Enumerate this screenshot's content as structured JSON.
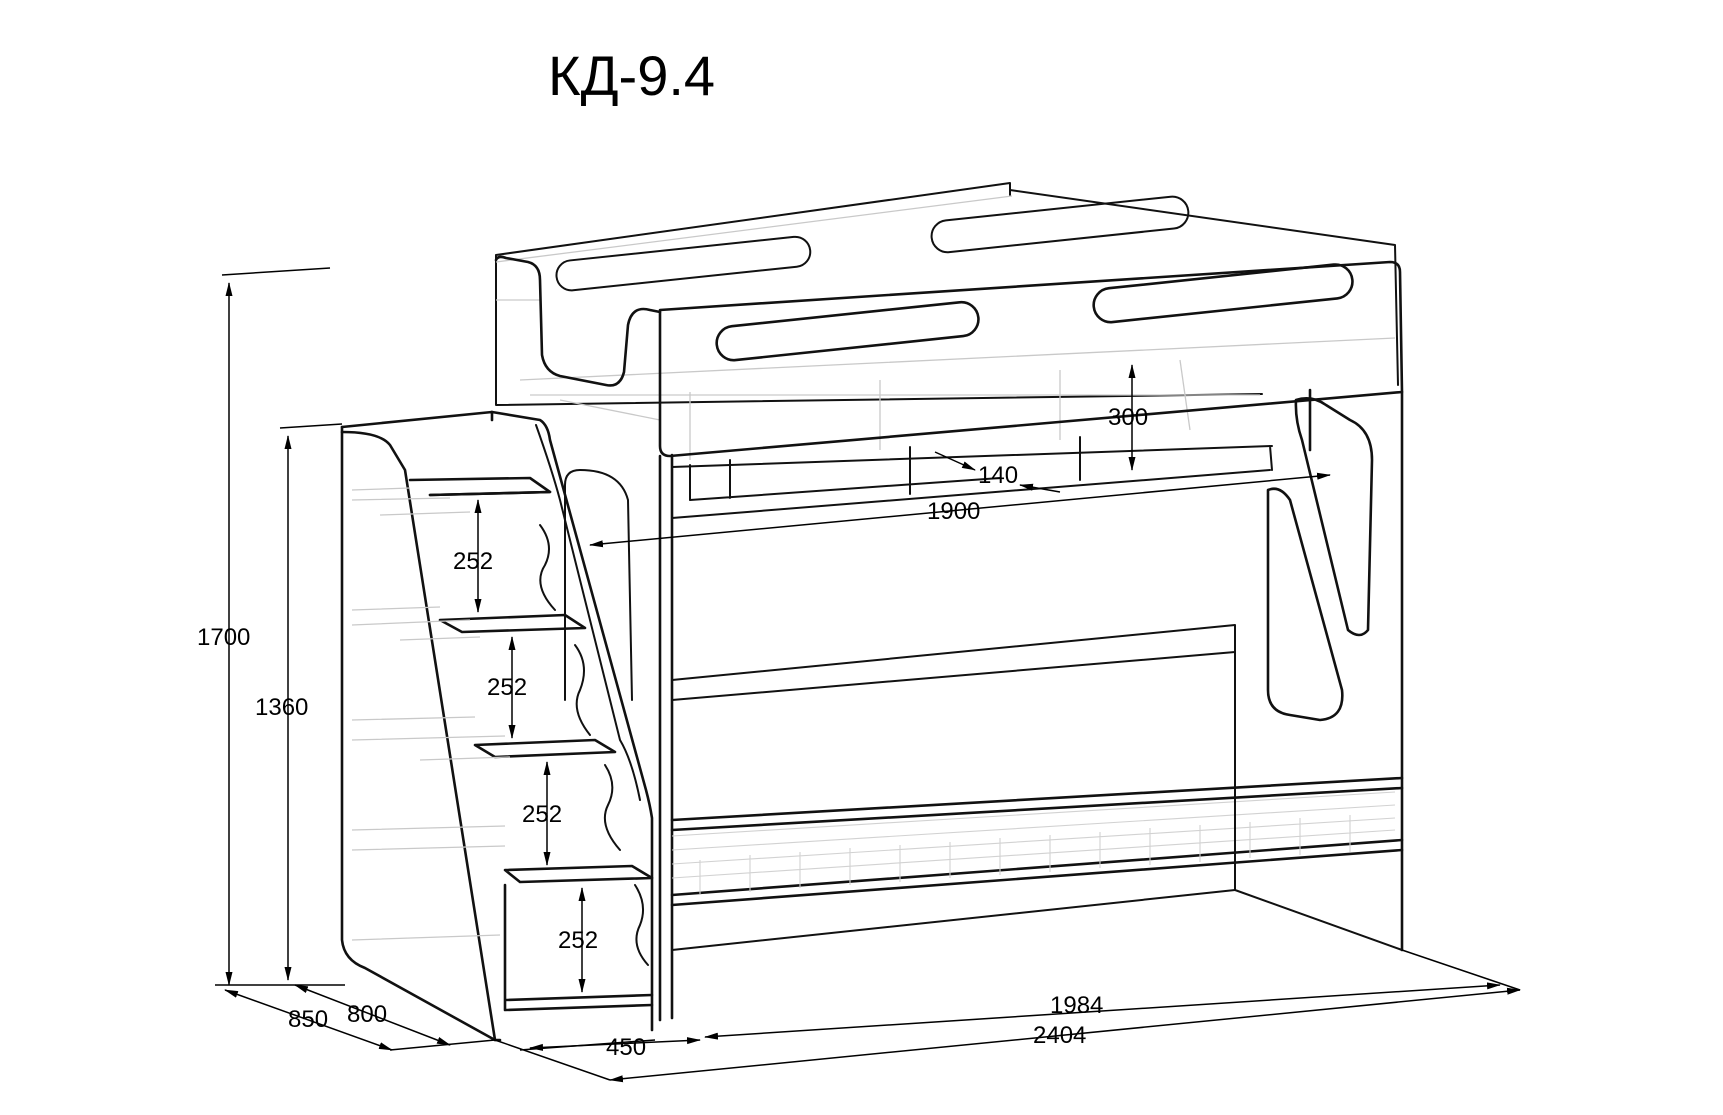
{
  "title": "КД-9.4",
  "dimensions": {
    "height_total": "1700",
    "height_stairs": "1360",
    "depth_total": "850",
    "depth_stairs": "800",
    "stairs_width": "450",
    "length_frame": "1984",
    "length_total": "2404",
    "berth_length": "1900",
    "shelf_depth": "140",
    "shelf_height": "300",
    "step_1": "252",
    "step_2": "252",
    "step_3": "252",
    "step_4": "252"
  }
}
